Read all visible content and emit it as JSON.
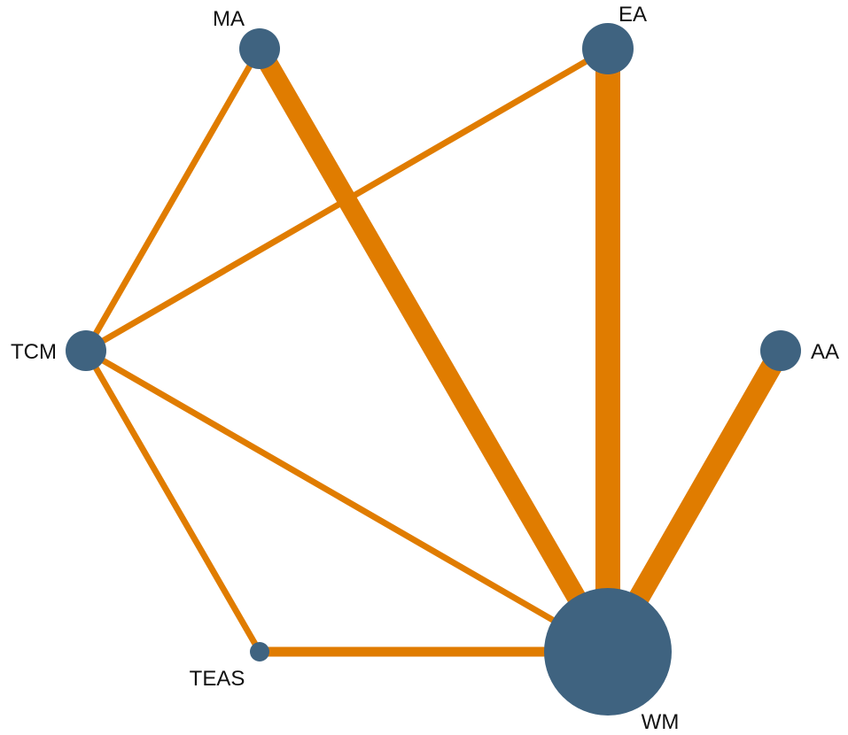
{
  "diagram": {
    "type": "network-plot",
    "colors": {
      "node": "#3f6380",
      "edge": "#e07c00",
      "label": "#111111"
    },
    "nodes": [
      {
        "id": "MA",
        "label": "MA"
      },
      {
        "id": "EA",
        "label": "EA"
      },
      {
        "id": "TCM",
        "label": "TCM"
      },
      {
        "id": "AA",
        "label": "AA"
      },
      {
        "id": "TEAS",
        "label": "TEAS"
      },
      {
        "id": "WM",
        "label": "WM"
      }
    ],
    "edges": [
      {
        "from": "MA",
        "to": "WM"
      },
      {
        "from": "MA",
        "to": "TCM"
      },
      {
        "from": "EA",
        "to": "TCM"
      },
      {
        "from": "EA",
        "to": "WM"
      },
      {
        "from": "TCM",
        "to": "WM"
      },
      {
        "from": "TCM",
        "to": "TEAS"
      },
      {
        "from": "TEAS",
        "to": "WM"
      },
      {
        "from": "AA",
        "to": "WM"
      }
    ]
  }
}
